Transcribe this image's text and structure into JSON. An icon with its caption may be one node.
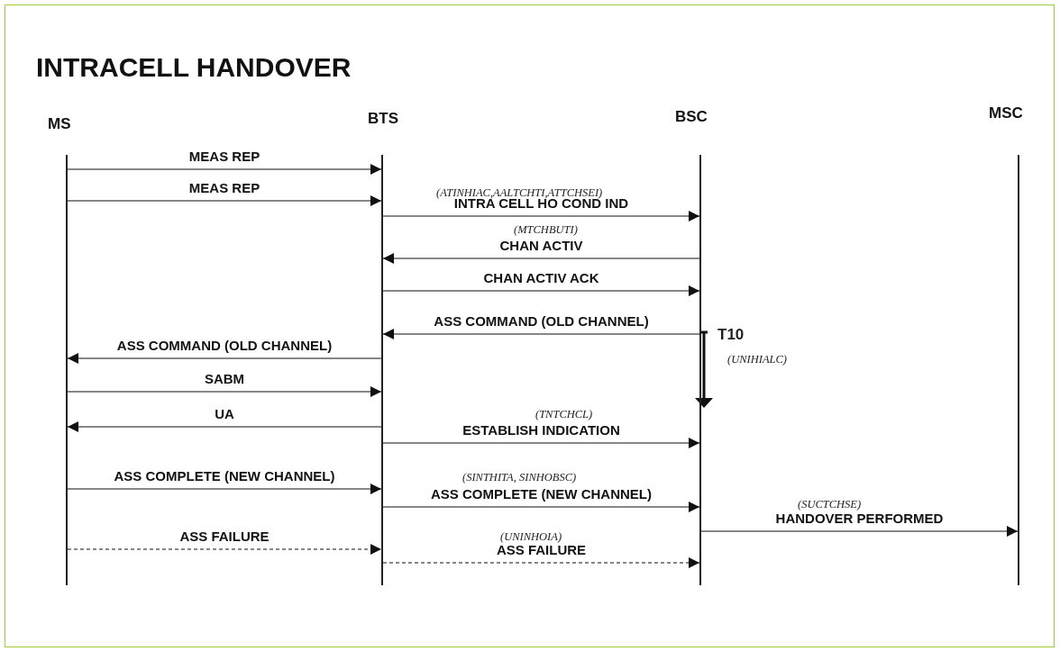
{
  "diagram": {
    "title": "INTRACELL HANDOVER",
    "nodes": [
      {
        "text": [
          "MS"
        ]
      },
      {
        "text": [
          "BTS"
        ]
      },
      {
        "text": [
          "BSC"
        ]
      },
      {
        "text": [
          "MSC"
        ]
      }
    ],
    "edges": [
      {
        "from": 0,
        "to": 1,
        "arrow": "to",
        "label": "MEAS REP"
      },
      {
        "from": 0,
        "to": 1,
        "arrow": "to",
        "label": "MEAS REP"
      },
      {
        "from": 1,
        "to": 2,
        "arrow": "to",
        "label": "INTRA CELL HO COND IND"
      },
      {
        "from": 2,
        "to": 1,
        "arrow": "to",
        "label": "CHAN ACTIV"
      },
      {
        "from": 1,
        "to": 2,
        "arrow": "to",
        "label": "CHAN ACTIV ACK"
      },
      {
        "from": 2,
        "to": 1,
        "arrow": "to",
        "label": "ASS COMMAND (OLD CHANNEL)"
      },
      {
        "from": 1,
        "to": 0,
        "arrow": "to",
        "label": "ASS COMMAND (OLD CHANNEL)"
      },
      {
        "from": 0,
        "to": 1,
        "arrow": "to",
        "label": "SABM"
      },
      {
        "from": 1,
        "to": 0,
        "arrow": "to",
        "label": "UA"
      },
      {
        "from": 1,
        "to": 2,
        "arrow": "to",
        "label": "ESTABLISH INDICATION"
      },
      {
        "from": 0,
        "to": 1,
        "arrow": "to",
        "label": "ASS COMPLETE (NEW CHANNEL)"
      },
      {
        "from": 1,
        "to": 2,
        "arrow": "to",
        "label": "ASS COMPLETE (NEW CHANNEL)"
      },
      {
        "from": 2,
        "to": 3,
        "arrow": "to",
        "label": "HANDOVER PERFORMED"
      },
      {
        "from": 0,
        "to": 1,
        "arrow": "to",
        "label": "ASS FAILURE",
        "style": "dashed"
      },
      {
        "from": 1,
        "to": 2,
        "arrow": "to",
        "label": "ASS FAILURE",
        "style": "dashed"
      }
    ],
    "labels": [
      "(ATINHIAC,AALTCHTI,ATTCHSEI)",
      "(MTCHBUTI)",
      "T10",
      "(UNIHIALC)",
      "(TNTCHCL)",
      "(SINTHITA, SINHOBSC)",
      "(SUCTCHSE)",
      "(UNINHOIA)"
    ]
  }
}
